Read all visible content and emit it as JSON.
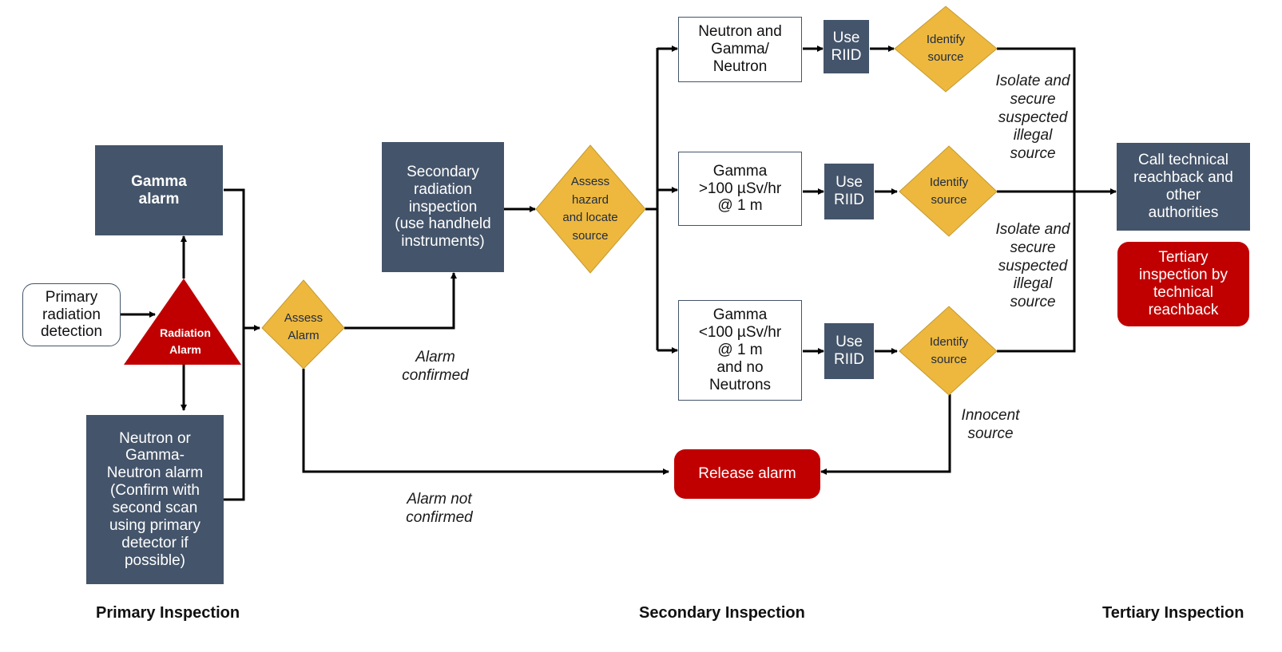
{
  "colors": {
    "dark_box": "#44546a",
    "decision": "#edb83d",
    "alert_red": "#c00000",
    "line": "#000000"
  },
  "primary": {
    "detection": "Primary\nradiation\ndetection",
    "radiation_alarm": "Radiation\nAlarm",
    "gamma_alarm": "Gamma\nalarm",
    "neutron_alarm": "Neutron or\nGamma-\nNeutron alarm\n(Confirm with\nsecond scan\nusing  primary\ndetector if\npossible)"
  },
  "decisions": {
    "assess_alarm": "Assess\nAlarm",
    "assess_hazard": "Assess\nhazard\nand locate\nsource",
    "identify_1": "Identify\nsource",
    "identify_2": "Identify\nsource",
    "identify_3": "Identify\nsource"
  },
  "secondary": {
    "inspection": "Secondary\nradiation\ninspection\n(use handheld\ninstruments)",
    "neutron_gamma": "Neutron and\nGamma/\nNeutron",
    "gamma_high": "Gamma\n>100 µSv/hr\n@ 1 m",
    "gamma_low": "Gamma\n<100 µSv/hr\n@ 1 m\nand no\nNeutrons",
    "riid_1": "Use\nRIID",
    "riid_2": "Use\nRIID",
    "riid_3": "Use\nRIID",
    "release": "Release alarm"
  },
  "tertiary": {
    "call": "Call technical\nreachback and\nother\nauthorities",
    "inspection": "Tertiary\ninspection by\ntechnical\nreachback"
  },
  "notes": {
    "confirmed": "Alarm\nconfirmed",
    "not_confirmed": "Alarm not\nconfirmed",
    "isolate_1": "Isolate and\nsecure\nsuspected\nillegal\nsource",
    "isolate_2": "Isolate and\nsecure\nsuspected\nillegal\nsource",
    "innocent": "Innocent\nsource"
  },
  "phases": {
    "primary": "Primary Inspection",
    "secondary": "Secondary Inspection",
    "tertiary": "Tertiary Inspection"
  }
}
